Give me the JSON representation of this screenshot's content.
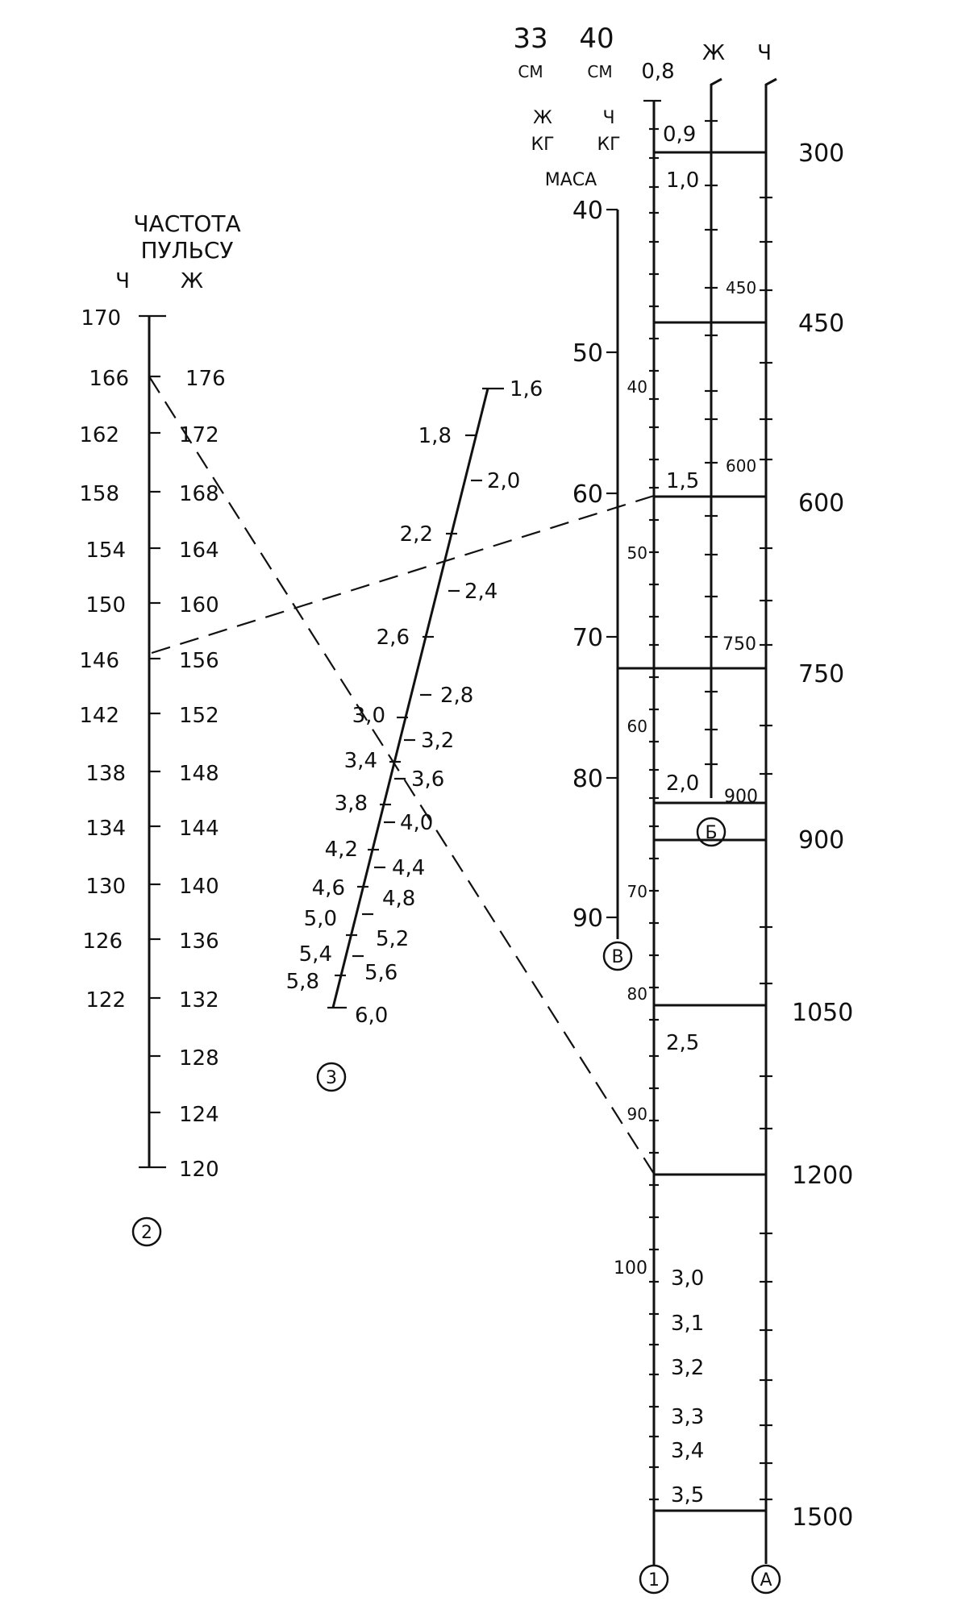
{
  "pulse_scale": {
    "title_line1": "ЧАСТОТА",
    "title_line2": "ПУЛЬСУ",
    "col_m": "Ч",
    "col_f": "Ж",
    "male_labels": [
      "170",
      "166",
      "162",
      "158",
      "154",
      "150",
      "146",
      "142",
      "138",
      "134",
      "130",
      "126",
      "122"
    ],
    "female_labels": [
      "176",
      "172",
      "168",
      "164",
      "160",
      "156",
      "152",
      "148",
      "144",
      "140",
      "136",
      "132",
      "128",
      "124",
      "120"
    ],
    "marker": "2"
  },
  "oxygen_scale": {
    "left_labels": [
      "1,8",
      "2,2",
      "2,6",
      "3,0",
      "3,4",
      "3,8",
      "4,2",
      "4,6",
      "5,0",
      "5,4",
      "5,8"
    ],
    "right_labels": [
      "1,6",
      "2,0",
      "2,4",
      "2,8",
      "3,2",
      "3,6",
      "4,0",
      "4,4",
      "4,8",
      "5,2",
      "5,6",
      "6,0"
    ],
    "marker": "3"
  },
  "header": {
    "step33": "33",
    "cm1": "СМ",
    "step40": "40",
    "cm2": "СМ",
    "f_short": "Ж",
    "m_short": "Ч",
    "kg1": "КГ",
    "kg2": "КГ",
    "mass": "МАСА",
    "top_08": "0,8",
    "top_f": "Ж",
    "top_m": "Ч"
  },
  "mass_m_scale": {
    "labels": [
      "40",
      "50",
      "60",
      "70",
      "80",
      "90"
    ],
    "marker": "В"
  },
  "mass_f_scale": {
    "labels": [
      "40",
      "50",
      "60",
      "70",
      "80",
      "90",
      "100"
    ]
  },
  "vo2_scale": {
    "labels": [
      "0,9",
      "1,0",
      "1,5",
      "2,0",
      "2,5",
      "3,0",
      "3,1",
      "3,2",
      "3,3",
      "3,4",
      "3,5"
    ],
    "marker": "1"
  },
  "work_f_scale": {
    "labels": [
      "450",
      "600",
      "750",
      "900"
    ],
    "marker": "Б"
  },
  "work_m_scale": {
    "labels": [
      "300",
      "450",
      "600",
      "750",
      "900",
      "1050",
      "1200",
      "1500"
    ],
    "marker": "А"
  }
}
